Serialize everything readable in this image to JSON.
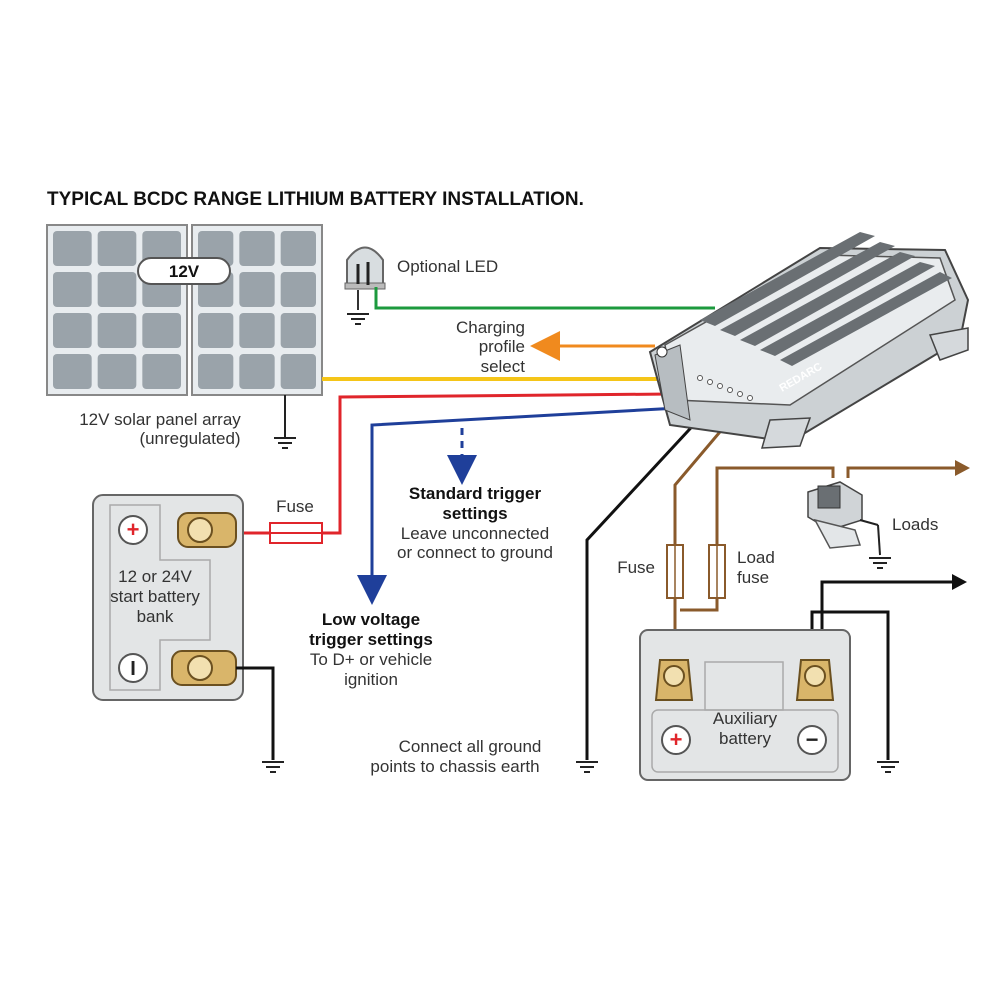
{
  "title": "TYPICAL BCDC RANGE LITHIUM BATTERY INSTALLATION.",
  "solar": {
    "voltage_badge": "12V",
    "caption_line1": "12V solar panel array",
    "caption_line2": "(unregulated)"
  },
  "led": {
    "label": "Optional LED"
  },
  "charging_profile": {
    "line1": "Charging",
    "line2": "profile",
    "line3": "select"
  },
  "device": {
    "brand": "REDARC"
  },
  "start_battery": {
    "plus": "+",
    "minus": "I",
    "line1": "12 or 24V",
    "line2": "start battery",
    "line3": "bank"
  },
  "fuse_left": {
    "label": "Fuse"
  },
  "standard_trigger": {
    "line1": "Standard trigger",
    "line2": "settings",
    "line3": "Leave unconnected",
    "line4": "or connect to ground"
  },
  "low_voltage_trigger": {
    "line1": "Low voltage",
    "line2": "trigger settings",
    "line3": "To D+ or vehicle",
    "line4": "ignition"
  },
  "fuse_right": {
    "label": "Fuse"
  },
  "load_fuse": {
    "line1": "Load",
    "line2": "fuse"
  },
  "loads": {
    "label": "Loads"
  },
  "aux_battery": {
    "line1": "Auxiliary",
    "line2": "battery",
    "plus": "+",
    "minus": "−"
  },
  "ground_note": {
    "line1": "Connect all ground",
    "line2": "points to chassis earth"
  },
  "colors": {
    "green": "#1c9a3e",
    "orange": "#f08a1e",
    "yellow": "#f5c518",
    "red": "#e0252b",
    "blue": "#1f3f9a",
    "brown": "#8a5a2b",
    "black": "#111111",
    "terminal": "#d9b56a"
  }
}
